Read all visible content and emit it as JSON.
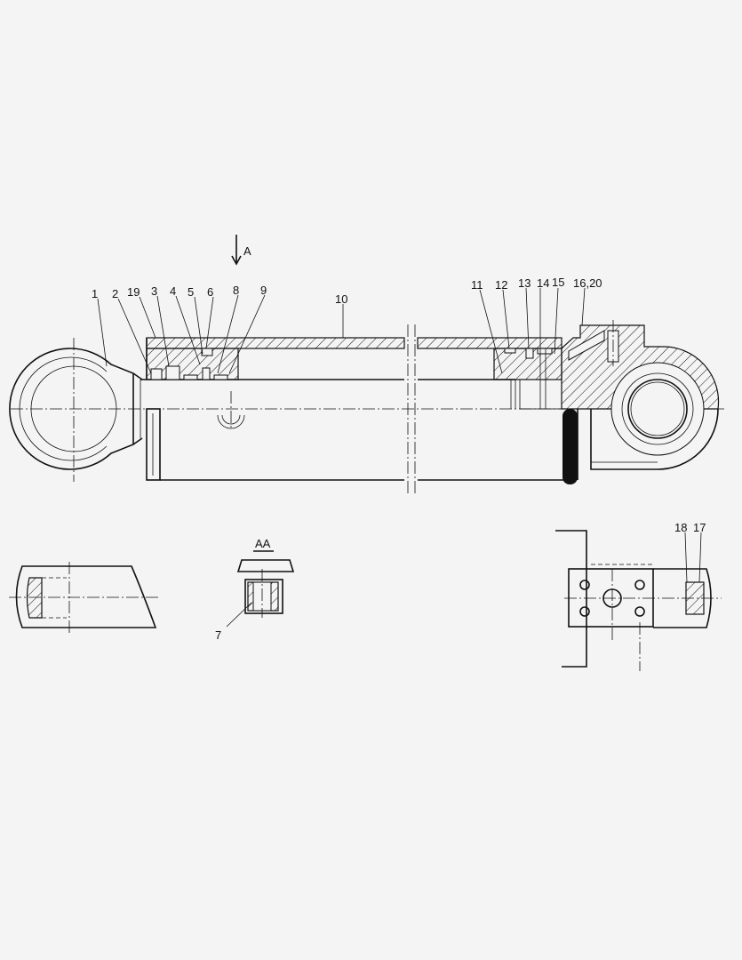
{
  "drawing": {
    "view_arrow_label": "A",
    "section_label": "AA",
    "callouts": [
      "1",
      "2",
      "19",
      "3",
      "4",
      "5",
      "6",
      "8",
      "9",
      "10",
      "11",
      "12",
      "13",
      "14",
      "15",
      "16,20",
      "7",
      "18",
      "17"
    ]
  }
}
